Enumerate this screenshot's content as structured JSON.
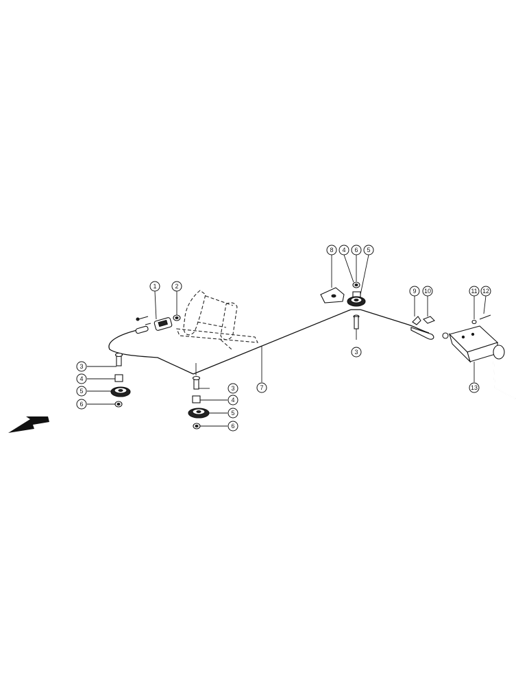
{
  "colors": {
    "ink": "#111111",
    "background": "#ffffff"
  },
  "direction_arrow": {
    "icon": "direction-arrow-icon"
  },
  "callouts": [
    {
      "id": "c1",
      "label": "1"
    },
    {
      "id": "c2",
      "label": "2"
    },
    {
      "id": "c3a",
      "label": "3"
    },
    {
      "id": "c4a",
      "label": "4"
    },
    {
      "id": "c5a",
      "label": "5"
    },
    {
      "id": "c6a",
      "label": "6"
    },
    {
      "id": "c3b",
      "label": "3"
    },
    {
      "id": "c4b",
      "label": "4"
    },
    {
      "id": "c5b",
      "label": "5"
    },
    {
      "id": "c6b",
      "label": "6"
    },
    {
      "id": "c7",
      "label": "7"
    },
    {
      "id": "c8",
      "label": "8"
    },
    {
      "id": "c4c",
      "label": "4"
    },
    {
      "id": "c6c",
      "label": "6"
    },
    {
      "id": "c5c",
      "label": "5"
    },
    {
      "id": "c3c",
      "label": "3"
    },
    {
      "id": "c9",
      "label": "9"
    },
    {
      "id": "c10",
      "label": "10"
    },
    {
      "id": "c11",
      "label": "11"
    },
    {
      "id": "c12",
      "label": "12"
    },
    {
      "id": "c13",
      "label": "13"
    }
  ]
}
